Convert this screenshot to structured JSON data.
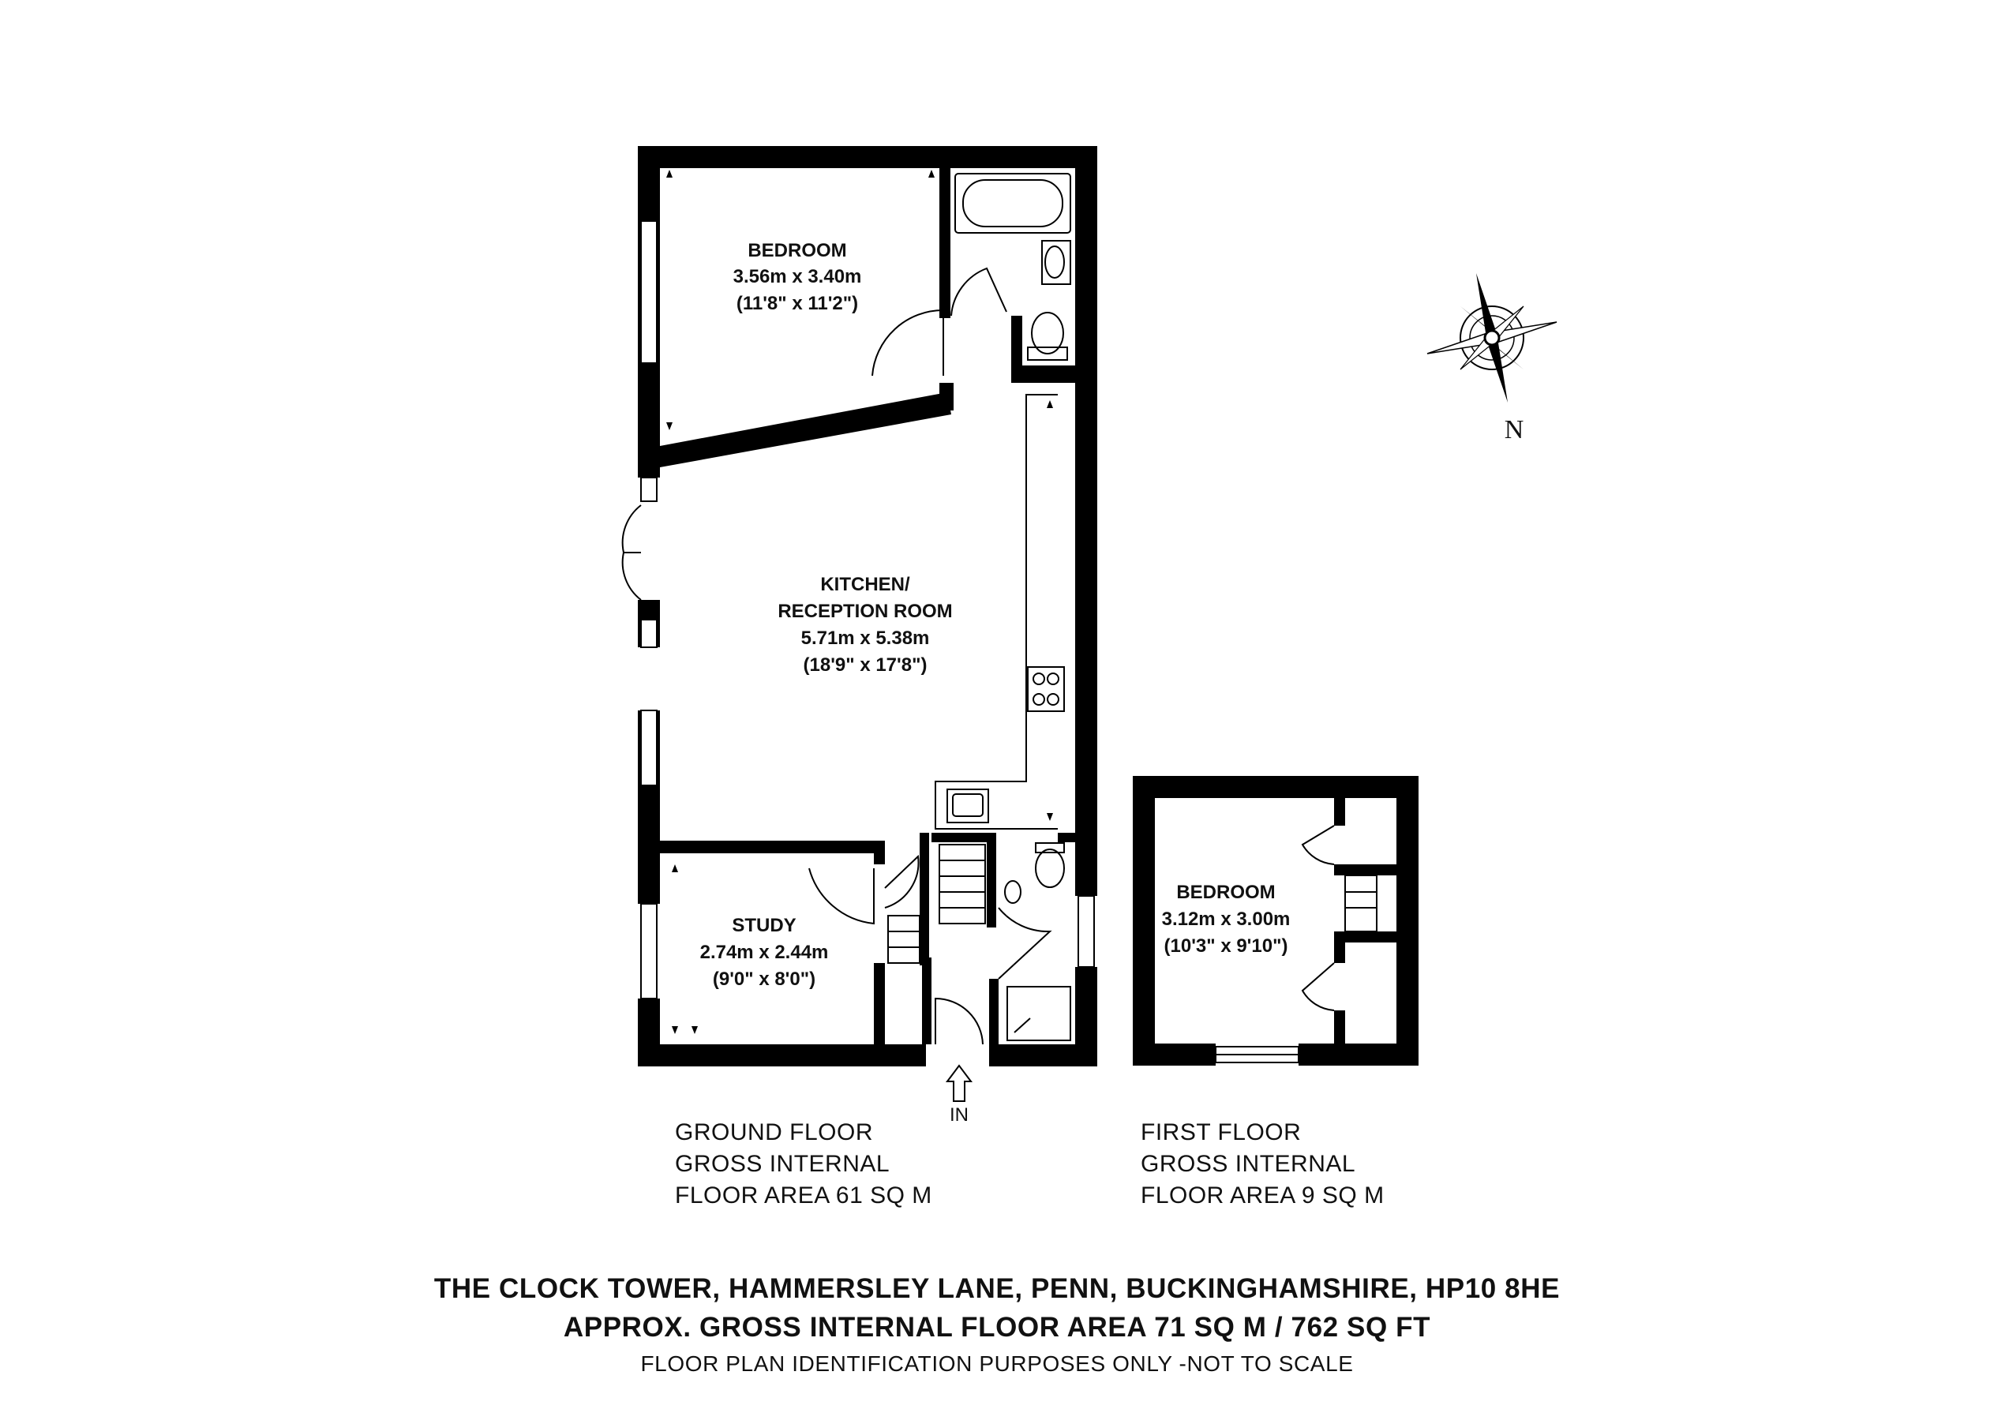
{
  "ground_floor": {
    "rooms": {
      "bedroom": {
        "name": "BEDROOM",
        "metric": "3.56m x 3.40m",
        "imperial": "(11'8\" x 11'2\")"
      },
      "kitchen": {
        "name_line1": "KITCHEN/",
        "name_line2": "RECEPTION ROOM",
        "metric": "5.71m x 5.38m",
        "imperial": "(18'9\" x 17'8\")"
      },
      "study": {
        "name": "STUDY",
        "metric": "2.74m x 2.44m",
        "imperial": "(9'0\" x 8'0\")"
      }
    },
    "entrance_label": "IN",
    "caption": {
      "line1": "GROUND FLOOR",
      "line2": "GROSS INTERNAL",
      "line3": "FLOOR AREA 61 SQ M"
    }
  },
  "first_floor": {
    "rooms": {
      "bedroom": {
        "name": "BEDROOM",
        "metric": "3.12m x 3.00m",
        "imperial": "(10'3\" x 9'10\")"
      }
    },
    "caption": {
      "line1": "FIRST FLOOR",
      "line2": "GROSS INTERNAL",
      "line3": "FLOOR AREA 9 SQ M"
    }
  },
  "compass": {
    "label": "N",
    "icon": "compass-rose-icon"
  },
  "footer": {
    "address": "THE CLOCK TOWER, HAMMERSLEY LANE, PENN, BUCKINGHAMSHIRE, HP10 8HE",
    "total_area": "APPROX. GROSS INTERNAL FLOOR AREA 71 SQ M / 762 SQ FT",
    "disclaimer": "FLOOR PLAN IDENTIFICATION PURPOSES ONLY -NOT TO SCALE"
  }
}
